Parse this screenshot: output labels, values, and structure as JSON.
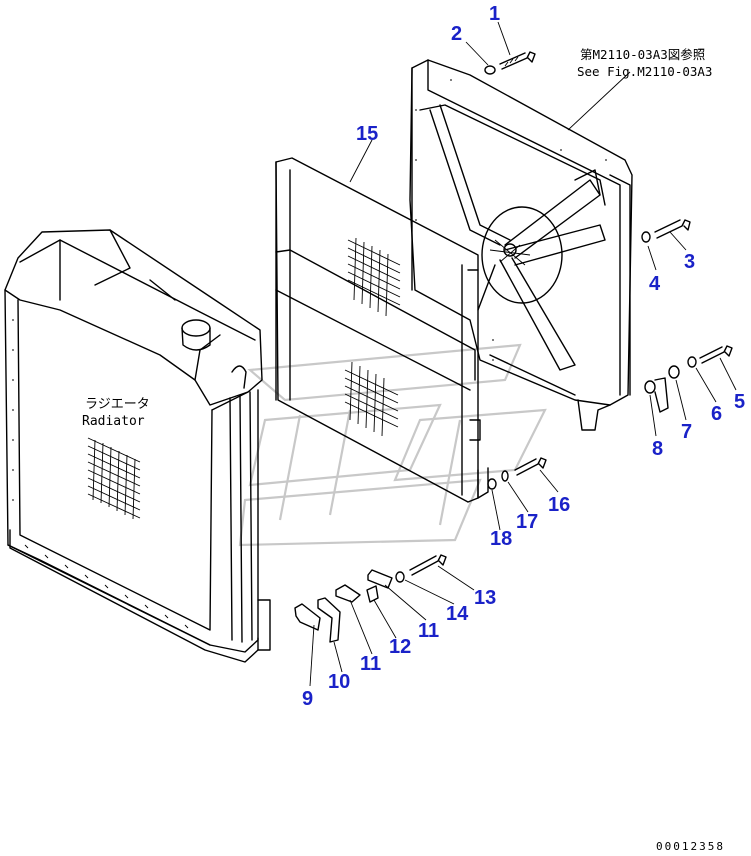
{
  "reference_note": {
    "line1": "第M2110-03A3図参照",
    "line2": "See Fig.M2110-03A3"
  },
  "radiator_label": {
    "jp": "ラジエータ",
    "en": "Radiator"
  },
  "drawing_code": "00012358",
  "callouts": [
    {
      "id": "callout-1",
      "text": "1"
    },
    {
      "id": "callout-2",
      "text": "2"
    },
    {
      "id": "callout-3",
      "text": "3"
    },
    {
      "id": "callout-4",
      "text": "4"
    },
    {
      "id": "callout-5",
      "text": "5"
    },
    {
      "id": "callout-6",
      "text": "6"
    },
    {
      "id": "callout-7",
      "text": "7"
    },
    {
      "id": "callout-8",
      "text": "8"
    },
    {
      "id": "callout-9",
      "text": "9"
    },
    {
      "id": "callout-10",
      "text": "10"
    },
    {
      "id": "callout-11a",
      "text": "11"
    },
    {
      "id": "callout-11b",
      "text": "11"
    },
    {
      "id": "callout-12",
      "text": "12"
    },
    {
      "id": "callout-13",
      "text": "13"
    },
    {
      "id": "callout-14",
      "text": "14"
    },
    {
      "id": "callout-15",
      "text": "15"
    },
    {
      "id": "callout-16",
      "text": "16"
    },
    {
      "id": "callout-17",
      "text": "17"
    },
    {
      "id": "callout-18",
      "text": "18"
    }
  ],
  "colors": {
    "callout": "#1a22c8",
    "line": "#000000",
    "watermark": "#c8c8c8"
  }
}
